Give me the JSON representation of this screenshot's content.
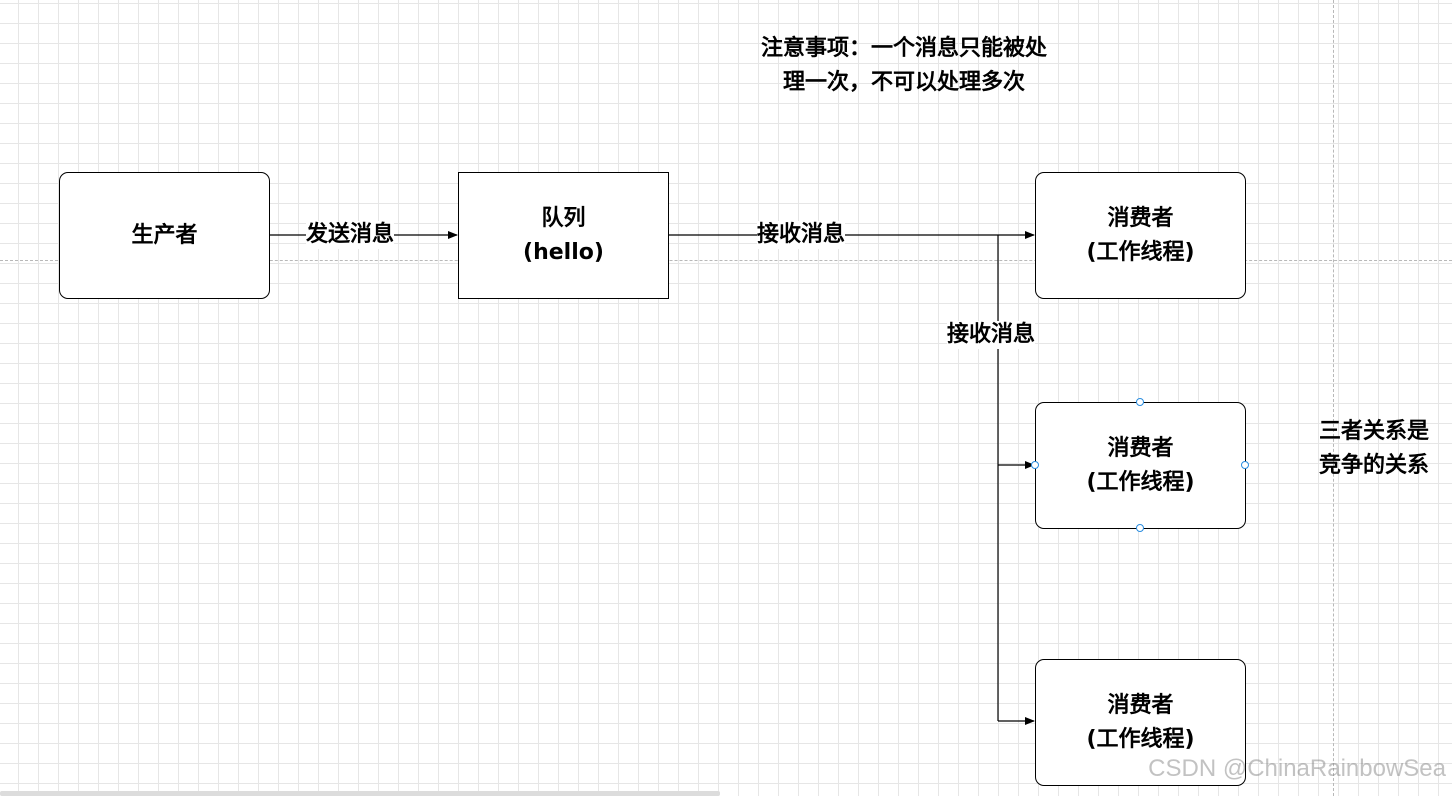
{
  "note": {
    "line1": "注意事项：一个消息只能被处",
    "line2": "理一次，不可以处理多次"
  },
  "side_note": {
    "line1": "三者关系是",
    "line2": "竞争的关系"
  },
  "nodes": {
    "producer": {
      "label": "生产者"
    },
    "queue": {
      "line1": "队列",
      "line2": "(hello)"
    },
    "consumer1": {
      "line1": "消费者",
      "line2": "(工作线程)"
    },
    "consumer2": {
      "line1": "消费者",
      "line2": "(工作线程)"
    },
    "consumer3": {
      "line1": "消费者",
      "line2": "(工作线程)"
    }
  },
  "edges": {
    "send": {
      "label": "发送消息"
    },
    "receive_main": {
      "label": "接收消息"
    },
    "receive_branch": {
      "label": "接收消息"
    }
  },
  "colors": {
    "stroke": "#000000",
    "grid": "#e6e6e6",
    "selection_handle": "#2a8de0"
  },
  "watermark": "CSDN @ChinaRainbowSea"
}
